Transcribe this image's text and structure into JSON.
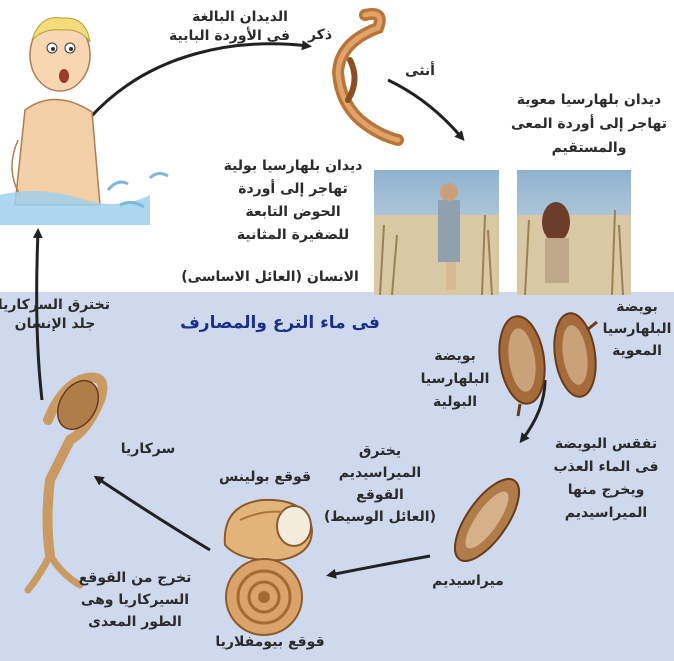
{
  "background_color": "#ffffff",
  "water_band_color": "#cfd9ee",
  "label_color": "#2b2b2b",
  "title_color": "#1e2f8a",
  "labels": {
    "adult_worms": "الديدان البالغة",
    "in_portal_veins": "فى الأوردة البابية",
    "male": "ذكر",
    "female": "أنثى",
    "intestinal_worms_1": "ديدان بلهارسيا معوية",
    "intestinal_worms_2": "تهاجر إلى أوردة المعى",
    "intestinal_worms_3": "والمستقيم",
    "urinary_worms_1": "ديدان بلهارسيا بولية",
    "urinary_worms_2": "تهاجر إلى أوردة",
    "urinary_worms_3": "الحوض التابعة",
    "urinary_worms_4": "للضفيرة المثانية",
    "primary_host": "الانسان (العائل الاساسى)",
    "water_title": "فى ماء الترع والمصارف",
    "cercaria_penetrate_1": "تخترق السركاريا",
    "cercaria_penetrate_2": "جلد الإنسان",
    "intestinal_egg_1": "بويضة",
    "intestinal_egg_2": "البلهارسيا",
    "intestinal_egg_3": "المعوية",
    "urinary_egg_1": "بويضة",
    "urinary_egg_2": "البلهارسيا",
    "urinary_egg_3": "البولية",
    "hatch_1": "تفقس البويضة",
    "hatch_2": "فى الماء العذب",
    "hatch_3": "ويخرج منها",
    "hatch_4": "الميراسيديم",
    "miracidium_penetrate_1": "يخترق",
    "miracidium_penetrate_2": "الميراسيديم",
    "miracidium_penetrate_3": "القوقع",
    "miracidium_penetrate_4": "(العائل الوسيط)",
    "cercaria": "سركاريا",
    "bulinus_snail": "قوقع بولينس",
    "miracidium": "ميراسيديم",
    "cercaria_exit_1": "تخرج من القوقع",
    "cercaria_exit_2": "السيركاريا وهى",
    "cercaria_exit_3": "الطور المعدى",
    "biomphalaria_snail": "قوقع بيومفلاريا"
  }
}
